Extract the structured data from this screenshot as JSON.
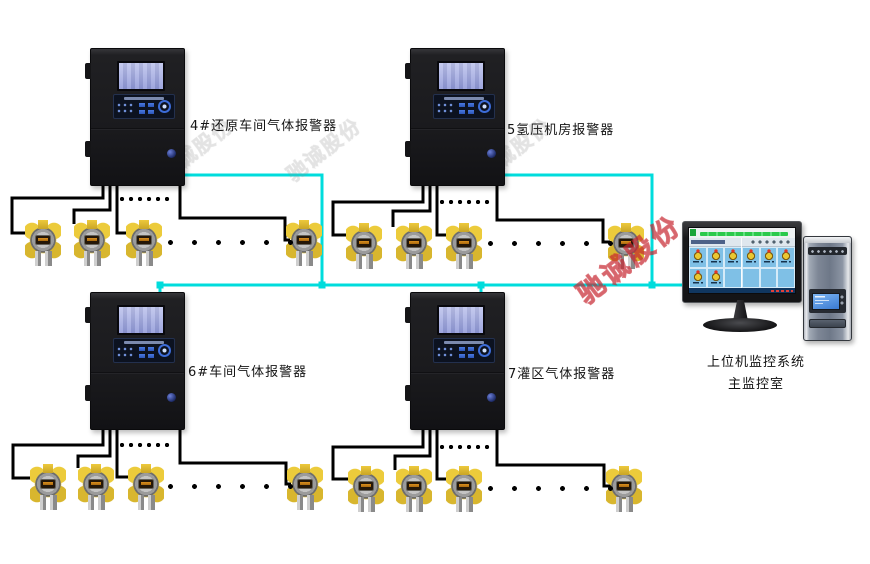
{
  "groups": [
    {
      "id": "group-1",
      "label": "4#还原车间气体报警器"
    },
    {
      "id": "group-2",
      "label": "5氢压机房报警器"
    },
    {
      "id": "group-3",
      "label": "6#车间气体报警器"
    },
    {
      "id": "group-4",
      "label": "7灌区气体报警器"
    }
  ],
  "computer": {
    "caption_line1": "上位机监控系统",
    "caption_line2": "主监控室"
  },
  "watermark_text": "驰诚股份",
  "colors": {
    "bus_cyan": "#00dcdc",
    "wire_black": "#000000",
    "detector_yellow": "#e8c435",
    "cabinet_black": "#1a1a1d",
    "lcd_lavender": "#a9b2e0",
    "screen_blue": "#7fc0e6",
    "progress_green": "#2bc94c",
    "watermark_red": "#c62430"
  }
}
